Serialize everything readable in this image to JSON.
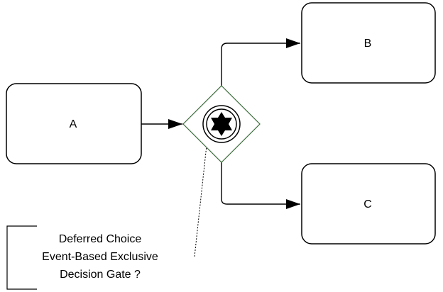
{
  "tasks": {
    "a": "A",
    "b": "B",
    "c": "C"
  },
  "annotation": {
    "line1": "Deferred Choice",
    "line2": "Event-Based Exclusive",
    "line3": "Decision Gate ?"
  },
  "colors": {
    "gateway_outline": "#3a6b3a",
    "stroke": "#000000"
  },
  "icons": {
    "gateway": "event-based-gateway-star-icon"
  }
}
